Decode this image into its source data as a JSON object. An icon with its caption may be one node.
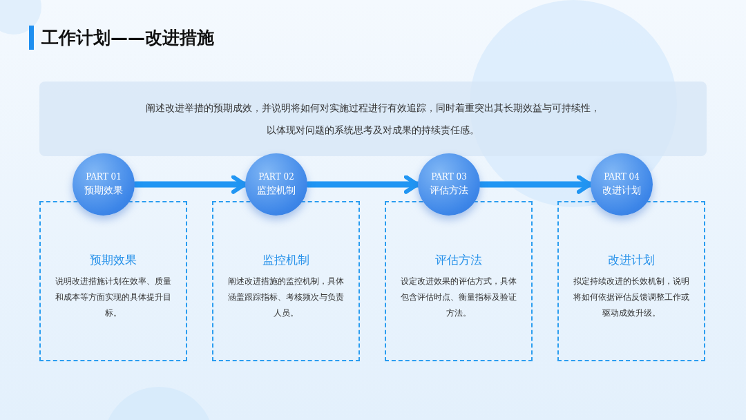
{
  "diagram": {
    "title": "工作计划——改进措施",
    "nodes": [
      {
        "text": [
          "阐述改进举措的预期成效，并说明将如何对实施过程进行有效追踪，同时着重突出其长期效益与可持续性，以体现对问题的系统思考及对成果的持续责任感。"
        ]
      },
      {
        "text": [
          "PART 01",
          "预期效果"
        ]
      },
      {
        "text": [
          "预期效果",
          "说明改进措施计划在效率、质量和成本等方面实现的具体提升目标。"
        ]
      },
      {
        "text": [
          "PART 02",
          "监控机制"
        ]
      },
      {
        "text": [
          "监控机制",
          "阐述改进措施的监控机制，具体涵盖跟踪指标、考核频次与负责人员。"
        ]
      },
      {
        "text": [
          "PART 03",
          "评估方法"
        ]
      },
      {
        "text": [
          "评估方法",
          "设定改进效果的评估方式，具体包含评估时点、衡量指标及验证方法。"
        ]
      },
      {
        "text": [
          "PART 04",
          "改进计划"
        ]
      },
      {
        "text": [
          "改进计划",
          "拟定持续改进的长效机制，说明将如何依据评估反馈调整工作或驱动成效升级。"
        ]
      }
    ],
    "edges": [
      {
        "from": 1,
        "to": 3,
        "arrow": "to"
      },
      {
        "from": 3,
        "to": 5,
        "arrow": "to"
      },
      {
        "from": 5,
        "to": 7,
        "arrow": "to"
      }
    ]
  }
}
